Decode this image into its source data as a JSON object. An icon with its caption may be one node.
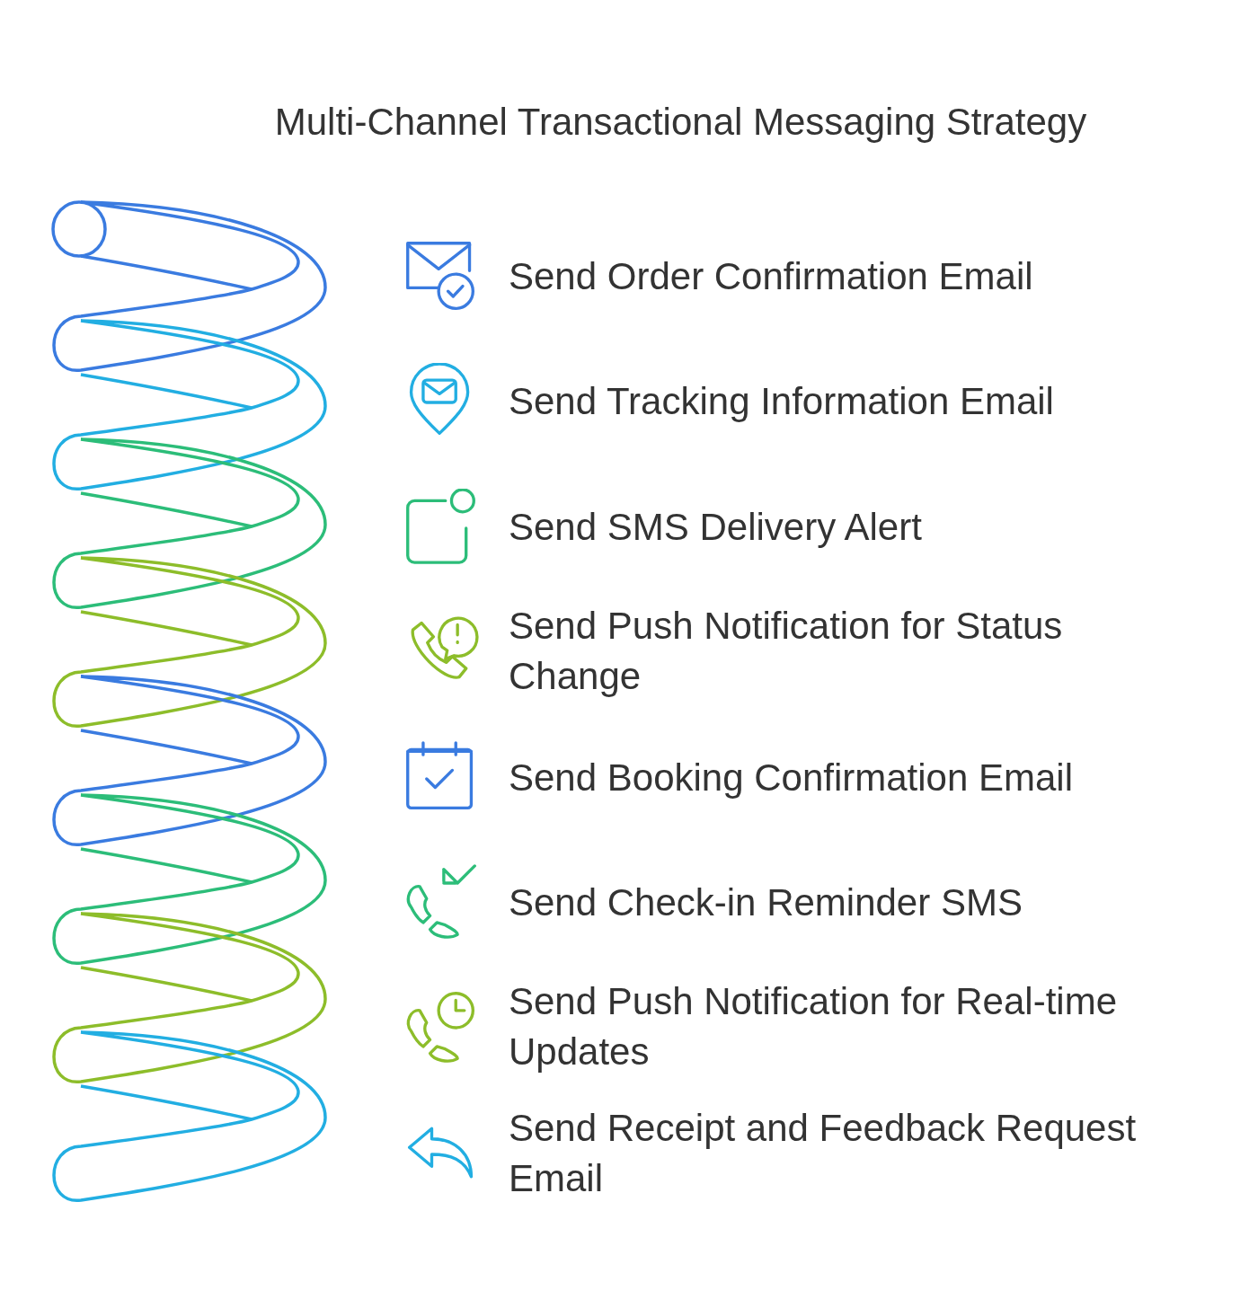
{
  "diagram": {
    "title": "Multi-Channel Transactional Messaging Strategy",
    "labels": [
      "Send Order Confirmation Email",
      "Send Tracking Information Email",
      "Send SMS Delivery Alert",
      "Send Push Notification for Status Change",
      "Send Booking Confirmation Email",
      "Send Check-in Reminder SMS",
      "Send Push Notification for Real-time Updates",
      "Send Receipt and Feedback Request Email"
    ]
  }
}
